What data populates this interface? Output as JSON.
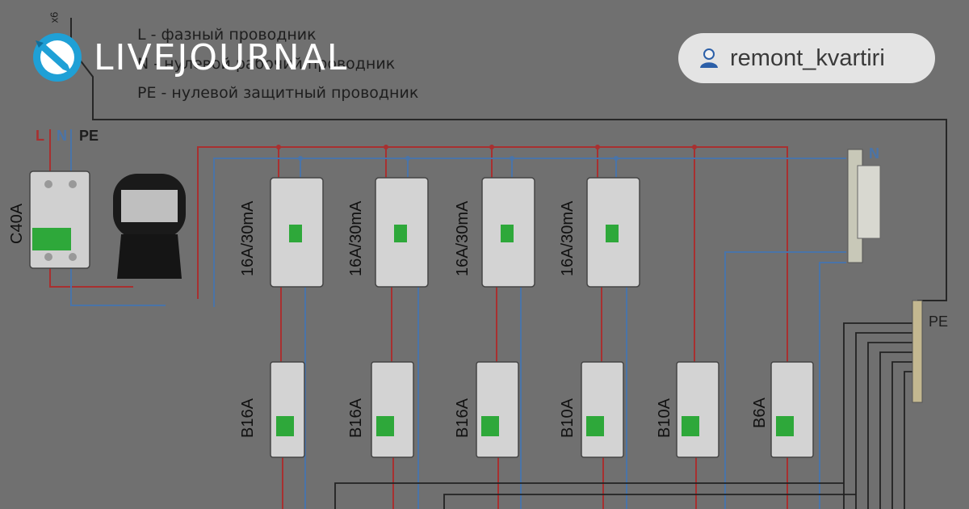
{
  "brand": {
    "name": "LIVEJOURNAL",
    "accent": "#1fa0d6"
  },
  "user": {
    "username": "remont_kvartiri",
    "icon": "user-icon"
  },
  "legend": {
    "line1": "L - фазный проводник",
    "line2": "N - нулевой рабочий проводник",
    "line3": "PE - нулевой защитный проводник"
  },
  "wires": {
    "L": "L",
    "N": "N",
    "PE": "PE",
    "top_mark": "x6",
    "bus_n": "N",
    "bus_pe": "PE"
  },
  "main_breaker": {
    "rating": "C40A"
  },
  "rcds": [
    "16A/30mA",
    "16A/30mA",
    "16A/30mA",
    "16A/30mA"
  ],
  "breakers": [
    "B16A",
    "B16A",
    "B16A",
    "B10A",
    "B10A",
    "B6A"
  ],
  "colors": {
    "phase": "#b02828",
    "neutral": "#3f6fa8",
    "pe": "#1d1d1d",
    "background": "#707070"
  }
}
